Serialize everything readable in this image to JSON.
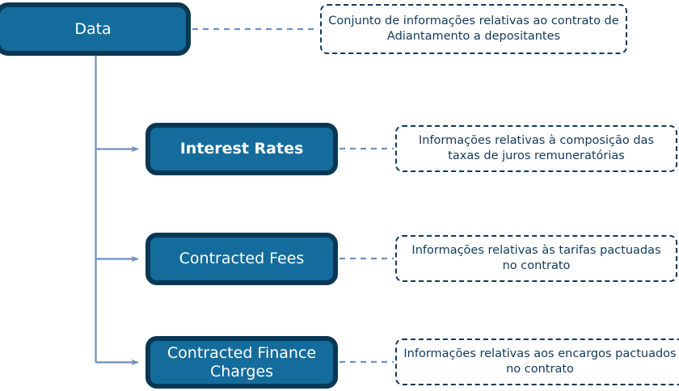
{
  "diagram": {
    "title": "Data hierarchy with Portuguese annotations",
    "colors": {
      "node_fill": "#146c9c",
      "node_border": "#093855",
      "node_text": "#ffffff",
      "note_border": "#12395b",
      "note_text": "#12395b",
      "connector": "#6f8fc0",
      "background": "#ffffff"
    },
    "root": {
      "label": "Data",
      "note": "Conjunto de informações relativas ao contrato de Adiantamento a depositantes"
    },
    "children": [
      {
        "label": "Interest Rates",
        "note": "Informações relativas à composição das taxas de juros remuneratórias"
      },
      {
        "label": "Contracted Fees",
        "note": "Informações relativas às tarifas pactuadas no contrato"
      },
      {
        "label": "Contracted Finance Charges",
        "note": "Informações relativas aos encargos pactuados no contrato"
      }
    ]
  }
}
